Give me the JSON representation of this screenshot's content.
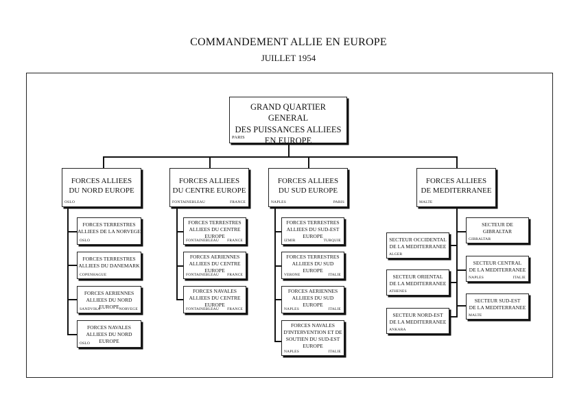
{
  "title": "COMMANDEMENT ALLIE EN EUROPE",
  "subtitle": "JUILLET 1954",
  "hq": {
    "lines": [
      "GRAND QUARTIER GENERAL",
      "DES PUISSANCES ALLIEES",
      "EN EUROPE"
    ],
    "loc_left": "PARIS"
  },
  "regions": [
    {
      "lines": [
        "FORCES ALLIEES",
        "DU NORD EUROPE"
      ],
      "loc_left": "OSLO",
      "loc_right": "",
      "subs": [
        {
          "lines": [
            "FORCES TERRESTRES",
            "ALLIEES DE LA NORVEGE"
          ],
          "loc_left": "OSLO",
          "loc_right": ""
        },
        {
          "lines": [
            "FORCES TERRESTRES",
            "ALLIEES DU DANEMARK"
          ],
          "loc_left": "COPENHAGUE",
          "loc_right": ""
        },
        {
          "lines": [
            "FORCES AERIENNES",
            "ALLIEES DU NORD EUROPE"
          ],
          "loc_left": "SANDVIKA",
          "loc_right": "NORVEGE"
        },
        {
          "lines": [
            "FORCES NAVALES",
            "ALLIEES DU NORD EUROPE"
          ],
          "loc_left": "OSLO",
          "loc_right": ""
        }
      ]
    },
    {
      "lines": [
        "FORCES ALLIEES",
        "DU CENTRE EUROPE"
      ],
      "loc_left": "FONTAINEBLEAU",
      "loc_right": "FRANCE",
      "subs": [
        {
          "lines": [
            "FORCES TERRESTRES",
            "ALLIEES DU CENTRE",
            "EUROPE"
          ],
          "loc_left": "FONTAINEBLEAU",
          "loc_right": "FRANCE"
        },
        {
          "lines": [
            "FORCES AERIENNES",
            "ALLIEES DU CENTRE",
            "EUROPE"
          ],
          "loc_left": "FONTAINEBLEAU",
          "loc_right": "FRANCE"
        },
        {
          "lines": [
            "FORCES NAVALES",
            "ALLIEES DU CENTRE",
            "EUROPE"
          ],
          "loc_left": "FONTAINEBLEAU",
          "loc_right": "FRANCE"
        }
      ]
    },
    {
      "lines": [
        "FORCES ALLIEES",
        "DU SUD EUROPE"
      ],
      "loc_left": "NAPLES",
      "loc_right": "PARIS",
      "subs": [
        {
          "lines": [
            "FORCES TERRESTRES",
            "ALLIEES DU SUD-EST",
            "EUROPE"
          ],
          "loc_left": "IZMIR",
          "loc_right": "TURQUIE"
        },
        {
          "lines": [
            "FORCES TERRESTRES",
            "ALLIEES DU SUD",
            "EUROPE"
          ],
          "loc_left": "VERONE",
          "loc_right": "ITALIE"
        },
        {
          "lines": [
            "FORCES AERIENNES",
            "ALLIEES DU SUD",
            "EUROPE"
          ],
          "loc_left": "NAPLES",
          "loc_right": "ITALIE"
        },
        {
          "lines": [
            "FORCES NAVALES",
            "D'INTERVENTION ET DE",
            "SOUTIEN DU SUD-EST",
            "EUROPE"
          ],
          "loc_left": "NAPLES",
          "loc_right": "ITALIE"
        }
      ]
    },
    {
      "lines": [
        "FORCES ALLIEES",
        "DE MEDITERRANEE"
      ],
      "loc_left": "MALTE",
      "loc_right": "",
      "subs_left": [
        {
          "lines": [
            "SECTEUR OCCIDENTAL",
            "DE LA MEDITERRANEE"
          ],
          "loc_left": "ALGER",
          "loc_right": ""
        },
        {
          "lines": [
            "SECTEUR ORIENTAL",
            "DE LA MEDITERRANEE"
          ],
          "loc_left": "ATHENES",
          "loc_right": ""
        },
        {
          "lines": [
            "SECTEUR NORD-EST",
            "DE LA MEDITERRANEE"
          ],
          "loc_left": "ANKARA",
          "loc_right": ""
        }
      ],
      "subs_right": [
        {
          "lines": [
            "SECTEUR DE",
            "GIBRALTAR"
          ],
          "loc_left": "GIBRALTAR",
          "loc_right": ""
        },
        {
          "lines": [
            "SECTEUR CENTRAL",
            "DE LA MEDITERRANEE"
          ],
          "loc_left": "NAPLES",
          "loc_right": "ITALIE"
        },
        {
          "lines": [
            "SECTEUR SUD-EST",
            "DE LA MEDITERRANEE"
          ],
          "loc_left": "MALTE",
          "loc_right": ""
        }
      ]
    }
  ]
}
